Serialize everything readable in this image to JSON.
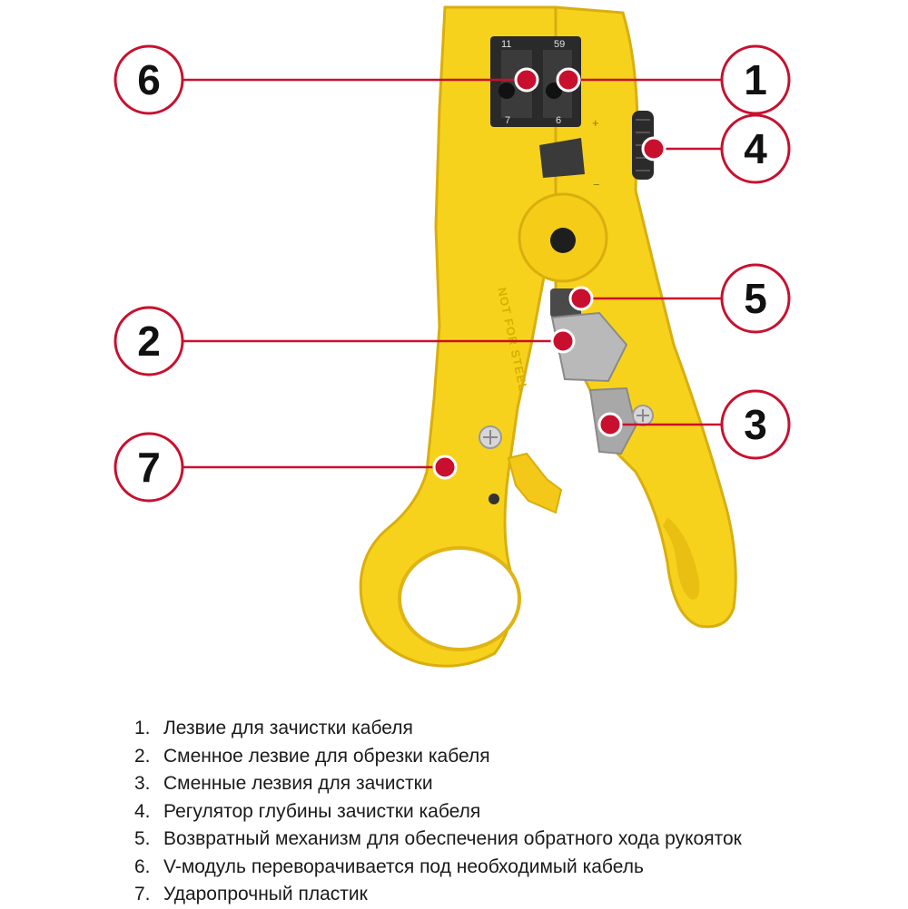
{
  "colors": {
    "body": "#f7d21c",
    "body_dark": "#d9ae10",
    "accent": "#c8102e",
    "dark": "#1a1a1a",
    "metal": "#b9b9b9"
  },
  "tool": {
    "stamp_text": "NOT FOR STEEL",
    "die_numbers": [
      "11",
      "59",
      "7",
      "6"
    ],
    "scale_symbols": [
      "+",
      "−"
    ]
  },
  "callouts": [
    {
      "num": "1"
    },
    {
      "num": "2"
    },
    {
      "num": "3"
    },
    {
      "num": "4"
    },
    {
      "num": "5"
    },
    {
      "num": "6"
    },
    {
      "num": "7"
    }
  ],
  "legend": [
    {
      "num": "1.",
      "text": "Лезвие для зачистки кабеля"
    },
    {
      "num": "2.",
      "text": "Сменное лезвие для обрезки кабеля"
    },
    {
      "num": "3.",
      "text": "Сменные лезвия для зачистки"
    },
    {
      "num": "4.",
      "text": "Регулятор глубины зачистки кабеля"
    },
    {
      "num": "5.",
      "text": "Возвратный механизм  для обеспечения обратного хода рукояток"
    },
    {
      "num": "6.",
      "text": "V-модуль переворачивается под необходимый кабель"
    },
    {
      "num": "7.",
      "text": "Ударопрочный пластик"
    }
  ]
}
